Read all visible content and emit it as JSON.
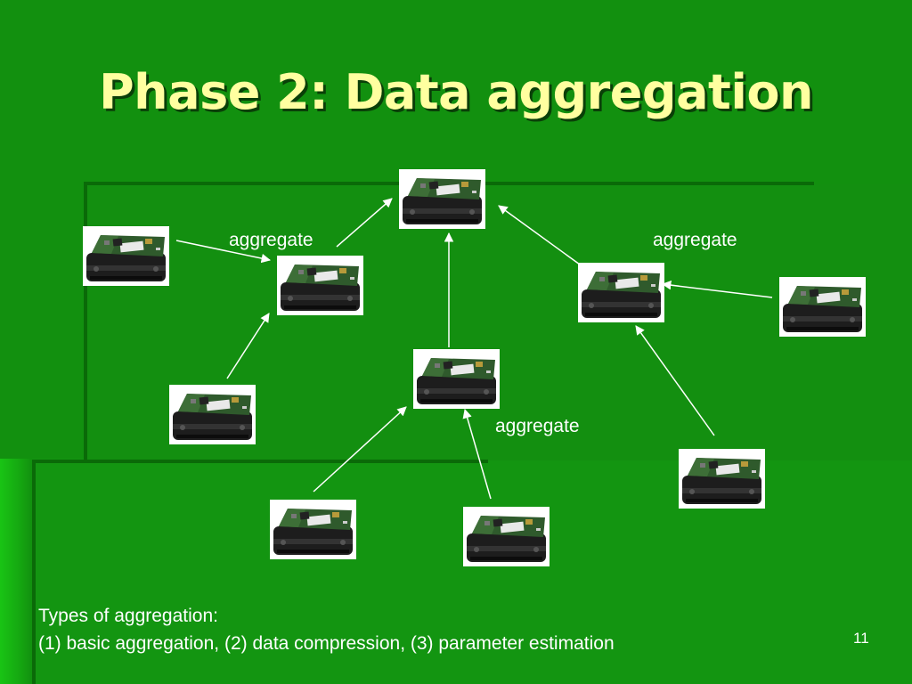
{
  "slide": {
    "title": "Phase 2: Data aggregation",
    "labels": {
      "aggregate_left": "aggregate",
      "aggregate_right": "aggregate",
      "aggregate_center": "aggregate"
    },
    "footer": {
      "line1": "Types of aggregation:",
      "line2": "(1) basic aggregation, (2) data compression, (3) parameter estimation"
    },
    "page_number": "11"
  },
  "colors": {
    "background": "#12900f",
    "title": "#ffffa0",
    "text": "#ffffff",
    "arrow": "#ffffff"
  },
  "nodes": [
    {
      "id": "root",
      "icon": "sensor-mote-icon"
    },
    {
      "id": "agg-left",
      "icon": "sensor-mote-icon"
    },
    {
      "id": "agg-center",
      "icon": "sensor-mote-icon"
    },
    {
      "id": "agg-right",
      "icon": "sensor-mote-icon"
    },
    {
      "id": "leaf-far-left",
      "icon": "sensor-mote-icon"
    },
    {
      "id": "leaf-left-lower",
      "icon": "sensor-mote-icon"
    },
    {
      "id": "leaf-bottom-left",
      "icon": "sensor-mote-icon"
    },
    {
      "id": "leaf-bottom-center",
      "icon": "sensor-mote-icon"
    },
    {
      "id": "leaf-far-right",
      "icon": "sensor-mote-icon"
    },
    {
      "id": "leaf-bottom-right",
      "icon": "sensor-mote-icon"
    }
  ],
  "edges": [
    {
      "from": "leaf-far-left",
      "to": "agg-left"
    },
    {
      "from": "leaf-left-lower",
      "to": "agg-left"
    },
    {
      "from": "agg-left",
      "to": "root"
    },
    {
      "from": "agg-center",
      "to": "root"
    },
    {
      "from": "agg-right",
      "to": "root"
    },
    {
      "from": "leaf-bottom-left",
      "to": "agg-center"
    },
    {
      "from": "leaf-bottom-center",
      "to": "agg-center"
    },
    {
      "from": "leaf-far-right",
      "to": "agg-right"
    },
    {
      "from": "leaf-bottom-right",
      "to": "agg-right"
    }
  ]
}
